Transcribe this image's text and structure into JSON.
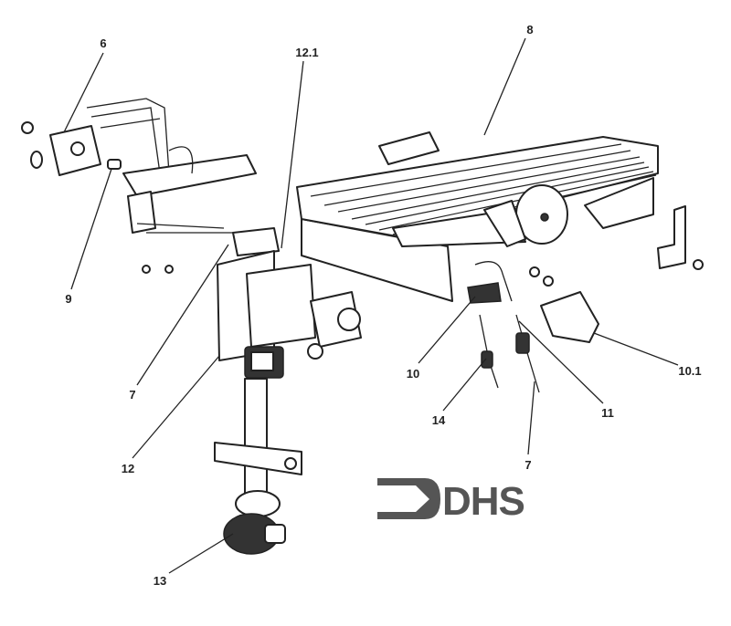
{
  "diagram": {
    "labels": {
      "l6": "6",
      "l12_1": "12.1",
      "l8": "8",
      "l9": "9",
      "l7a": "7",
      "l12": "12",
      "l10": "10",
      "l14": "14",
      "l11": "11",
      "l10_1": "10.1",
      "l7b": "7",
      "l13": "13"
    },
    "logo": {
      "text": "DHS",
      "color": "#555555"
    }
  }
}
